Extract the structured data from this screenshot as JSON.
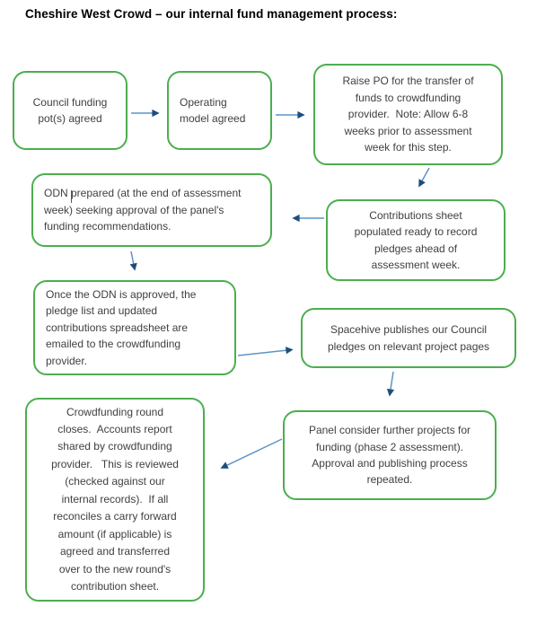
{
  "title": "Cheshire West Crowd – our internal fund management process:",
  "colors": {
    "box_border": "#4cae4f",
    "arrow_line": "#5d94c6",
    "arrow_head": "#1e4e79",
    "text": "#404040",
    "title": "#000000"
  },
  "boxes": [
    {
      "id": "council-funding-pot",
      "align": "center",
      "text": "Council funding\npot(s) agreed"
    },
    {
      "id": "operating-model",
      "align": "left",
      "text": "Operating\nmodel agreed"
    },
    {
      "id": "raise-po",
      "align": "center",
      "text": "Raise PO for the transfer of\nfunds to crowdfunding\nprovider.  Note: Allow 6-8\nweeks prior to assessment\nweek for this step."
    },
    {
      "id": "contributions-sheet",
      "align": "center",
      "text": "Contributions sheet\npopulated ready to record\npledges ahead of\nassessment week."
    },
    {
      "id": "odn-prepared",
      "align": "left",
      "text": "ODN prepared (at the end of assessment\nweek) seeking approval of the panel's\nfunding recommendations."
    },
    {
      "id": "odn-approved-emailed",
      "align": "left",
      "text": "Once the ODN is approved, the\npledge list and updated\ncontributions spreadsheet are\nemailed to the crowdfunding\nprovider."
    },
    {
      "id": "spacehive-publishes",
      "align": "center",
      "text": "Spacehive publishes our Council\npledges on relevant project pages"
    },
    {
      "id": "panel-phase2",
      "align": "center",
      "text": "Panel consider further projects for\nfunding (phase 2 assessment).\nApproval and publishing process\nrepeated."
    },
    {
      "id": "round-closes-reconcile",
      "align": "center",
      "text": "Crowdfunding round\ncloses.  Accounts report\nshared by crowdfunding\nprovider.   This is reviewed\n(checked against our\ninternal records).  If all\nreconciles a carry forward\namount (if applicable) is\nagreed and transferred\nover to the new round's\ncontribution sheet."
    }
  ],
  "arrows": [
    {
      "from": "council-funding-pot",
      "to": "operating-model"
    },
    {
      "from": "operating-model",
      "to": "raise-po"
    },
    {
      "from": "raise-po",
      "to": "contributions-sheet"
    },
    {
      "from": "contributions-sheet",
      "to": "odn-prepared"
    },
    {
      "from": "odn-prepared",
      "to": "odn-approved-emailed"
    },
    {
      "from": "odn-approved-emailed",
      "to": "spacehive-publishes"
    },
    {
      "from": "spacehive-publishes",
      "to": "panel-phase2"
    },
    {
      "from": "panel-phase2",
      "to": "round-closes-reconcile"
    }
  ]
}
